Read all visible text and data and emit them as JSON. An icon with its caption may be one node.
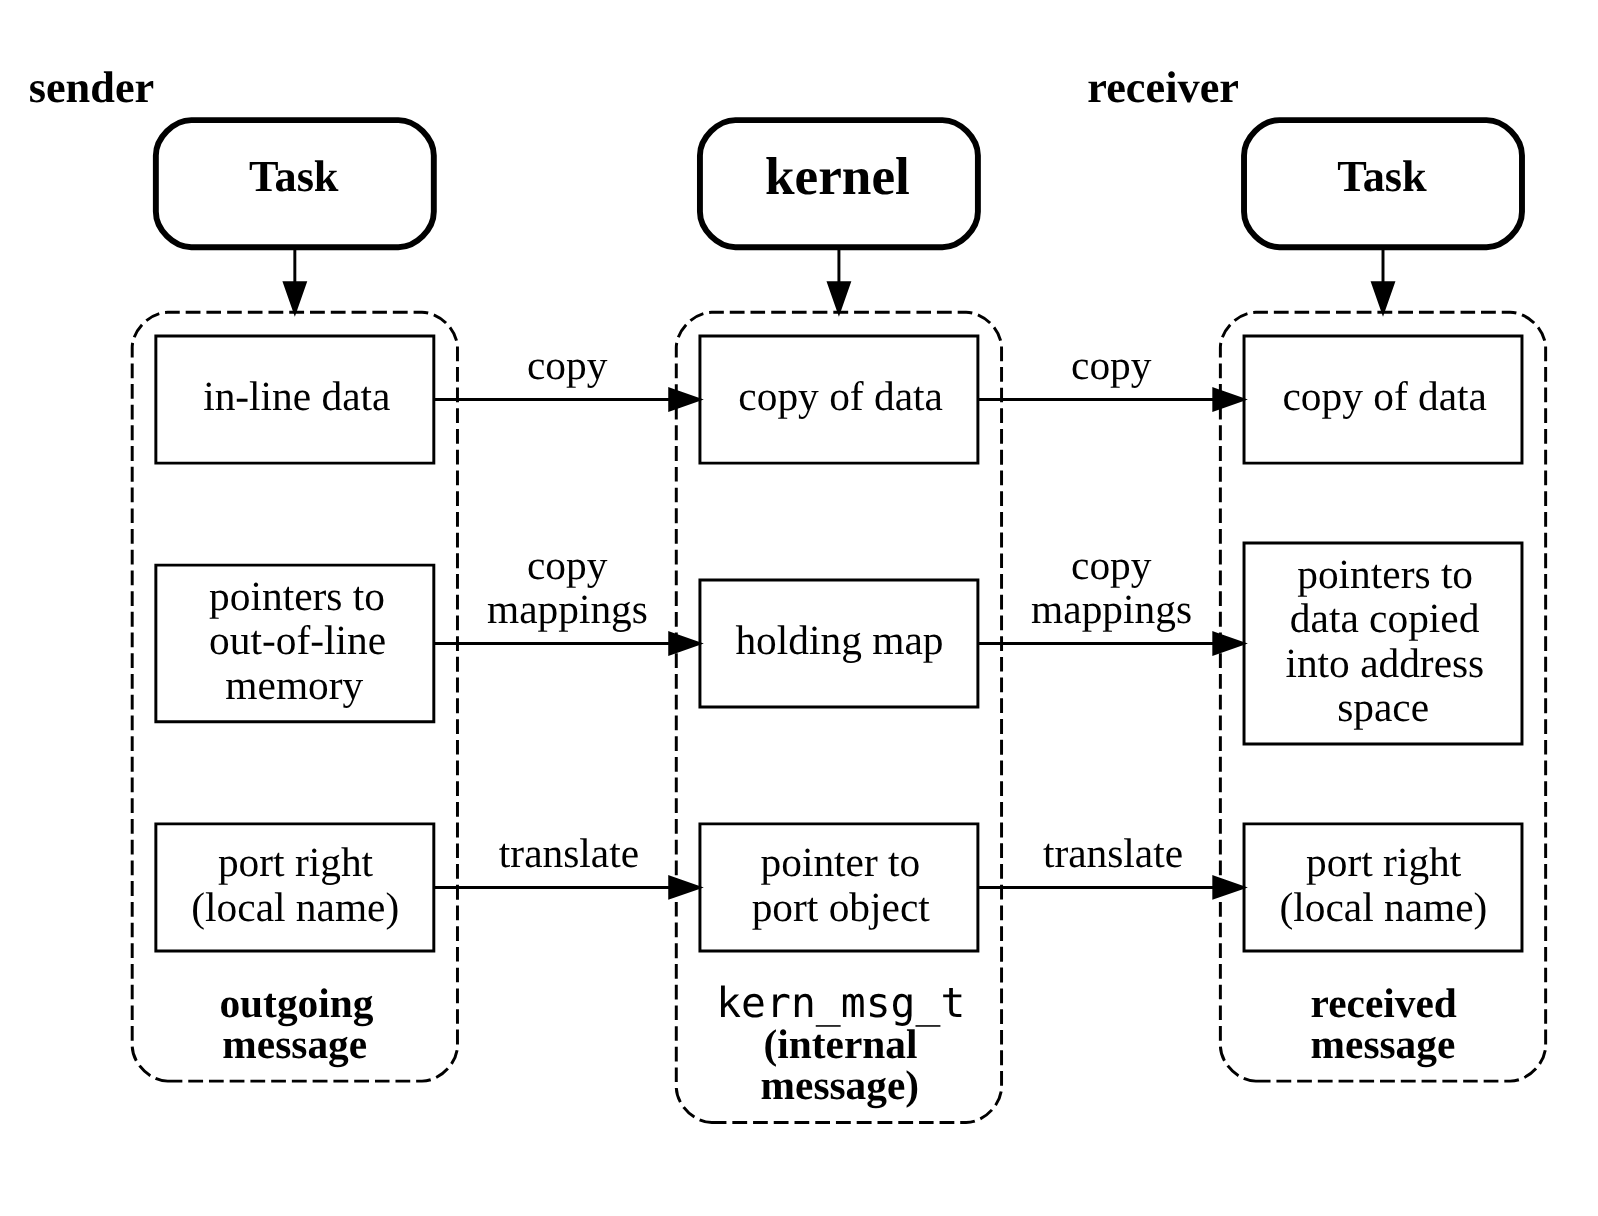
{
  "diagram": {
    "nodes": [
      {
        "text": [
          "Task"
        ],
        "beside": [
          "sender"
        ]
      },
      {
        "text": [
          "kernel"
        ]
      },
      {
        "text": [
          "Task"
        ],
        "beside": [
          "receiver"
        ]
      },
      {
        "text": [
          "outgoing message"
        ]
      },
      {
        "text": [
          "in-line data"
        ],
        "in": 3
      },
      {
        "text": [
          "pointers to out-of-line memory"
        ],
        "in": 3
      },
      {
        "text": [
          "port right (local name)"
        ],
        "in": 3
      },
      {
        "text": [
          "kern_msg_t",
          "(internal message)"
        ]
      },
      {
        "text": [
          "copy of data"
        ],
        "in": 7
      },
      {
        "text": [
          "holding map"
        ],
        "in": 7
      },
      {
        "text": [
          "pointer to port object"
        ],
        "in": 7
      },
      {
        "text": [
          "received message"
        ]
      },
      {
        "text": [
          "copy of data"
        ],
        "in": 11
      },
      {
        "text": [
          "pointers to data copied into address space"
        ],
        "in": 11
      },
      {
        "text": [
          "port right (local name)"
        ],
        "in": 11
      }
    ],
    "edges": [
      {
        "from": 0,
        "to": 3,
        "arrow": "to"
      },
      {
        "from": 1,
        "to": 7,
        "arrow": "to"
      },
      {
        "from": 2,
        "to": 11,
        "arrow": "to"
      },
      {
        "from": 4,
        "to": 8,
        "arrow": "to",
        "label": "copy"
      },
      {
        "from": 5,
        "to": 9,
        "arrow": "to",
        "label": "copy mappings"
      },
      {
        "from": 6,
        "to": 10,
        "arrow": "to",
        "label": "translate"
      },
      {
        "from": 8,
        "to": 12,
        "arrow": "to",
        "label": "copy"
      },
      {
        "from": 9,
        "to": 13,
        "arrow": "to",
        "label": "copy mappings"
      },
      {
        "from": 10,
        "to": 14,
        "arrow": "to",
        "label": "translate"
      }
    ]
  }
}
